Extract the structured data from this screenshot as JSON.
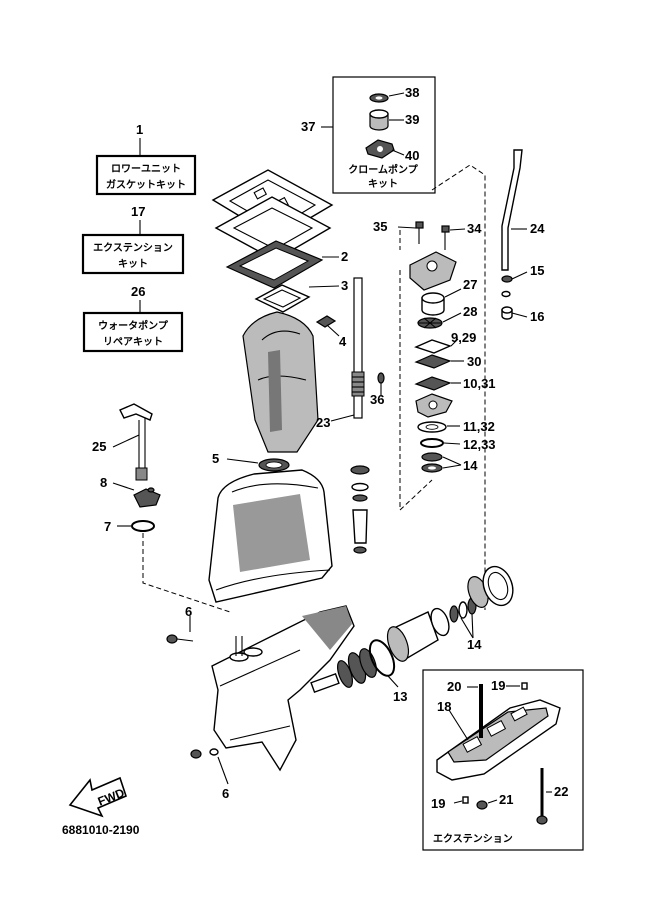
{
  "kits": {
    "lower_unit": {
      "ref": "1",
      "line1": "ロワーユニット",
      "line2": "ガスケットキット"
    },
    "extension": {
      "ref": "17",
      "line1": "エクステンション",
      "line2": "キット"
    },
    "water_pump": {
      "ref": "26",
      "line1": "ウォータポンプ",
      "line2": "リペアキット"
    },
    "chrome_pump": {
      "ref": "37",
      "line1": "クロームポンプ",
      "line2": "キット"
    }
  },
  "callouts": {
    "c2": "2",
    "c3": "3",
    "c4": "4",
    "c5": "5",
    "c6a": "6",
    "c6b": "6",
    "c7": "7",
    "c8": "8",
    "c9_29": "9,29",
    "c10_31": "10,31",
    "c11_32": "11,32",
    "c12_33": "12,33",
    "c13": "13",
    "c14a": "14",
    "c14b": "14",
    "c15": "15",
    "c16": "16",
    "c18": "18",
    "c19a": "19",
    "c19b": "19",
    "c20": "20",
    "c21": "21",
    "c22": "22",
    "c23": "23",
    "c24": "24",
    "c25": "25",
    "c27": "27",
    "c28": "28",
    "c30": "30",
    "c34": "34",
    "c35": "35",
    "c36": "36",
    "c38": "38",
    "c39": "39",
    "c40": "40"
  },
  "extension_box_label": "エクステンション",
  "fwd_arrow_label": "FWD",
  "diagram_code": "6881010-2190"
}
